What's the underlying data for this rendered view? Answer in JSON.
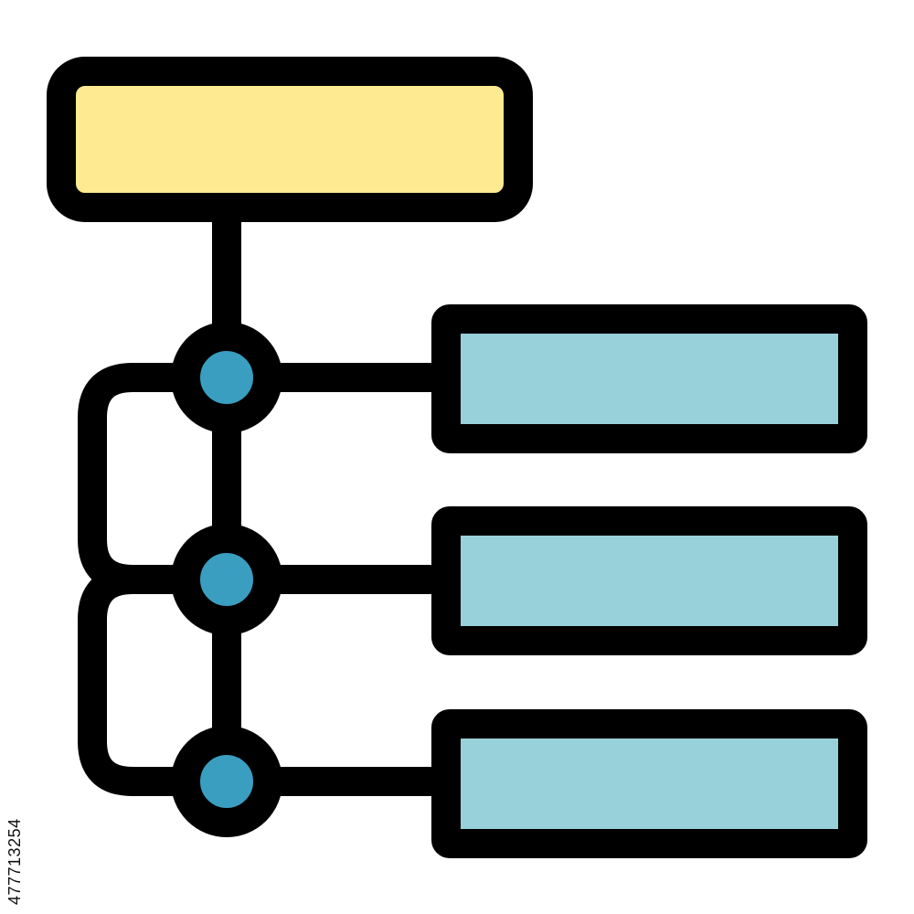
{
  "icon": {
    "name": "hierarchy-structure-icon",
    "colors": {
      "outline": "#000000",
      "header_fill": "#FDEA91",
      "item_fill": "#98D1DA",
      "node_fill": "#3A9EC0",
      "background": "#FFFFFF"
    },
    "root_box_count": 1,
    "child_box_count": 3,
    "node_count": 3
  },
  "watermark": {
    "stock_id": "477713254"
  }
}
